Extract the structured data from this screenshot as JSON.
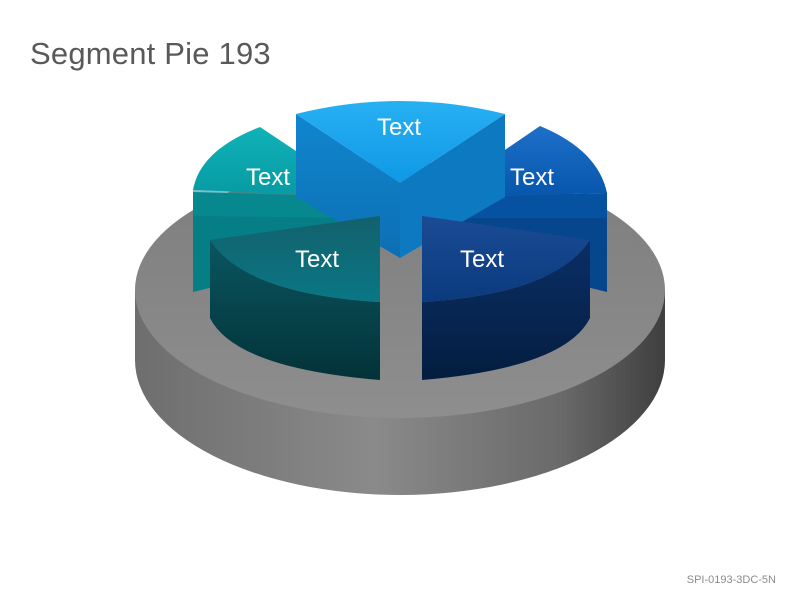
{
  "title": "Segment Pie 193",
  "code": "SPI-0193-3DC-5N",
  "segments": [
    {
      "label": "Text",
      "color": "#13a5ee"
    },
    {
      "label": "Text",
      "color": "#0a69c4"
    },
    {
      "label": "Text",
      "color": "#0d3e82"
    },
    {
      "label": "Text",
      "color": "#0c5a66"
    },
    {
      "label": "Text",
      "color": "#07a3ab"
    }
  ],
  "base_color": "#8a8a8a"
}
